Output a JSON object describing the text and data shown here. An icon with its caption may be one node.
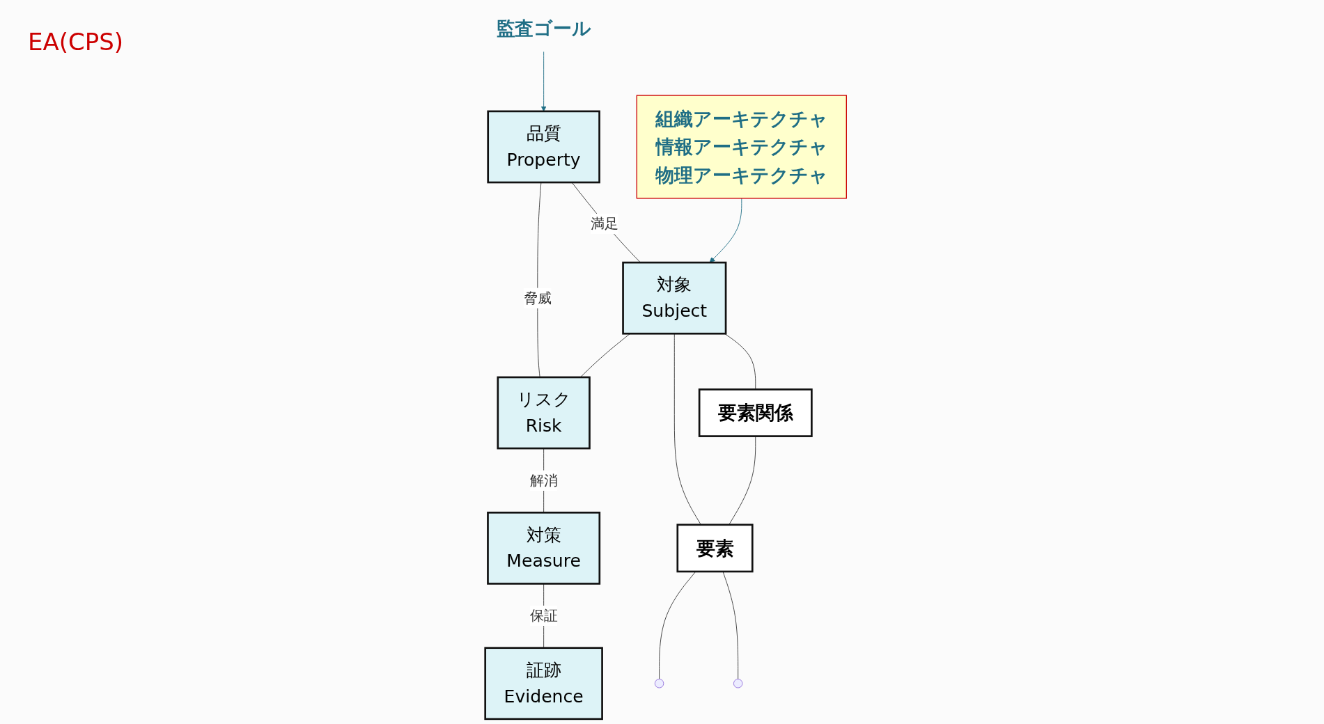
{
  "diagram": {
    "nodes": [
      {
        "text": [
          "監査ゴール"
        ]
      },
      {
        "text": [
          "品質",
          "Property"
        ]
      },
      {
        "text": [
          "リスク",
          "Risk"
        ]
      },
      {
        "text": [
          "組織アーキテクチャ",
          "情報アーキテクチャ",
          "物理アーキテクチャ"
        ]
      },
      {
        "text": [
          "対象",
          "Subject"
        ]
      },
      {
        "text": [
          "対策",
          "Measure"
        ]
      },
      {
        "text": [
          "要素関係"
        ]
      },
      {
        "text": [
          "要素"
        ]
      },
      {
        "text": [
          "証跡",
          "Evidence"
        ]
      }
    ],
    "edges": [
      {
        "from": 0,
        "to": 1,
        "arrow": "to",
        "color": "#1f6e85"
      },
      {
        "from": 1,
        "to": 4,
        "arrow": "none",
        "label": "満足"
      },
      {
        "from": 1,
        "to": 2,
        "arrow": "none",
        "label": "脅威"
      },
      {
        "from": 4,
        "to": 2,
        "arrow": "none"
      },
      {
        "from": 3,
        "to": 4,
        "arrow": "to",
        "color": "#1f6e85"
      },
      {
        "from": 2,
        "to": 5,
        "arrow": "none",
        "label": "解消"
      },
      {
        "from": 5,
        "to": 8,
        "arrow": "none",
        "label": "保証"
      },
      {
        "from": 4,
        "to": 6,
        "arrow": "none"
      },
      {
        "from": 4,
        "to": 7,
        "arrow": "none"
      },
      {
        "from": 6,
        "to": 7,
        "arrow": "none"
      },
      {
        "from": 7,
        "to": null,
        "arrow": "none"
      },
      {
        "from": 7,
        "to": null,
        "arrow": "none"
      }
    ],
    "labels": [
      "EA(CPS)"
    ]
  }
}
